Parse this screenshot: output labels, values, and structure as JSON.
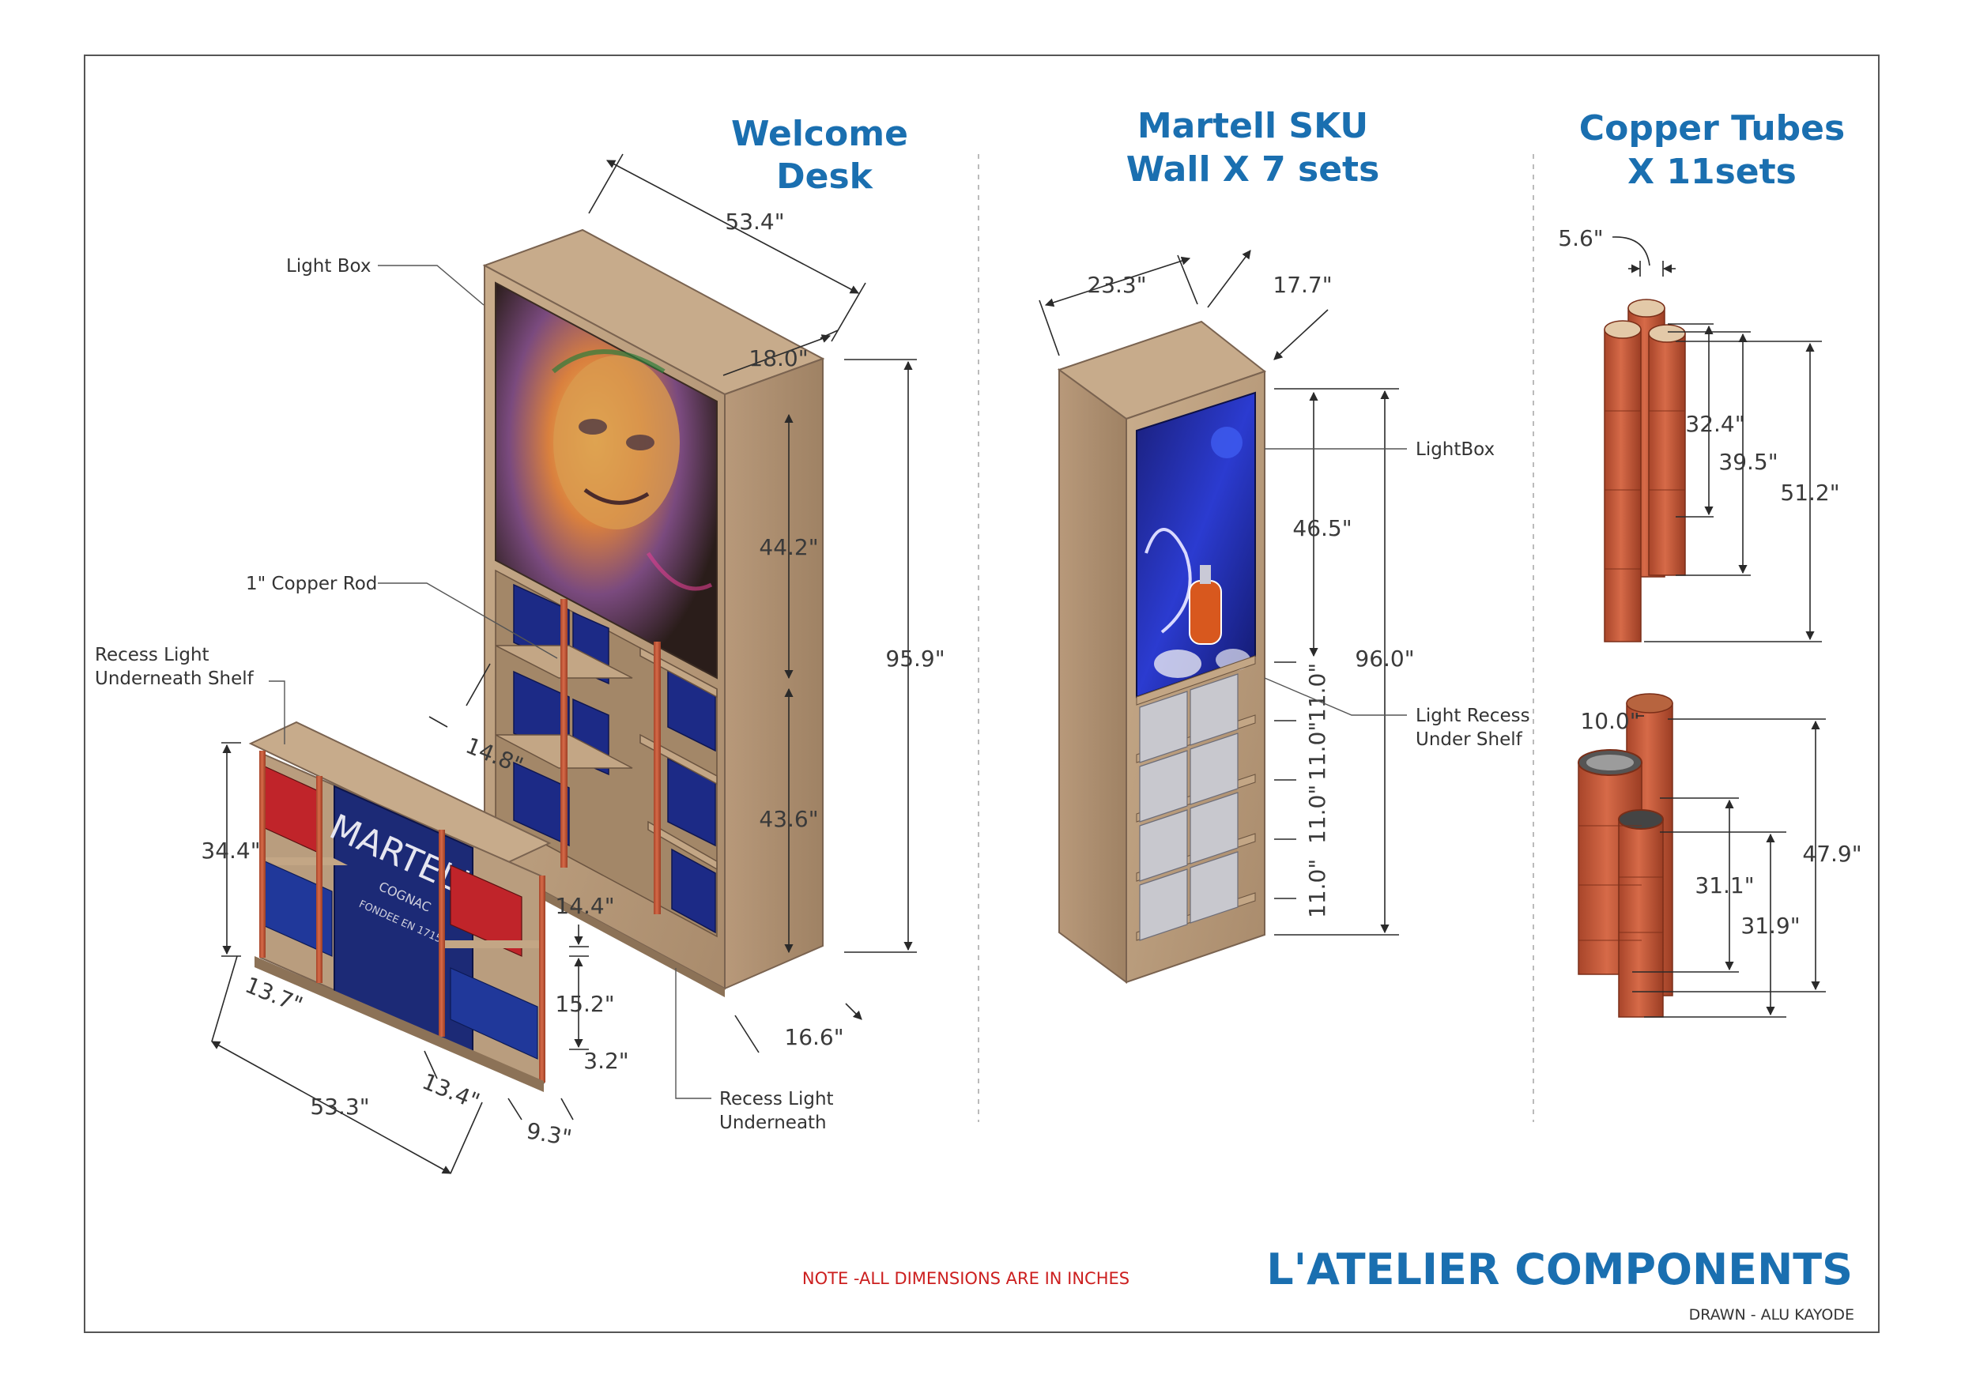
{
  "sections": [
    {
      "title_line1": "Welcome",
      "title_line2": "Desk"
    },
    {
      "title_line1": "Martell SKU",
      "title_line2": "Wall X 7 sets"
    },
    {
      "title_line1": "Copper Tubes",
      "title_line2": "X 11sets"
    }
  ],
  "welcome_desk": {
    "labels": {
      "light_box": "Light Box",
      "copper_rod": "1\" Copper Rod",
      "recess_shelf_1": "Recess Light",
      "recess_shelf_2": "Underneath Shelf",
      "recess_under_1": "Recess Light",
      "recess_under_2": "Underneath"
    },
    "dims": {
      "top_width": "53.4\"",
      "top_depth": "18.0\"",
      "upper_height": "44.2\"",
      "total_height": "95.9\"",
      "lower_height": "43.6\"",
      "base_depth": "16.6\"",
      "rod_label": "14.8\"",
      "counter_height": "34.4\"",
      "counter_depth": "13.7\"",
      "counter_width": "53.3\"",
      "leg_depth": "13.4\"",
      "foot": "9.3\"",
      "shelf_1": "14.4\"",
      "shelf_2": "15.2\"",
      "shelf_3": "3.2\""
    },
    "counter_brand": "MARTELL",
    "counter_sub": "COGNAC",
    "counter_sub2": "FONDEE EN 1715"
  },
  "sku_wall": {
    "labels": {
      "lightbox": "LightBox",
      "light_recess_1": "Light Recess",
      "light_recess_2": "Under Shelf"
    },
    "dims": {
      "width": "23.3\"",
      "depth": "17.7\"",
      "lightbox_height": "46.5\"",
      "total_height": "96.0\"",
      "shelf_spacing": [
        "11.0\"",
        "11.0\"",
        "11.0\"",
        "11.0\""
      ]
    }
  },
  "copper_tubes": {
    "set1": {
      "diameter": "5.6\"",
      "heights": [
        "32.4\"",
        "39.5\"",
        "51.2\""
      ]
    },
    "set2": {
      "diameter": "10.0\"",
      "heights": [
        "31.1\"",
        "31.9\"",
        "47.9\""
      ]
    }
  },
  "footer": {
    "note": "NOTE -ALL DIMENSIONS ARE IN INCHES",
    "title": "L'ATELIER COMPONENTS",
    "drawn": "DRAWN - ALU KAYODE"
  },
  "colors": {
    "heading": "#1a6fb0",
    "note": "#cc1f1f",
    "wood": "#b89c7d",
    "copper": "#c2583a",
    "navy": "#1a2f80"
  }
}
